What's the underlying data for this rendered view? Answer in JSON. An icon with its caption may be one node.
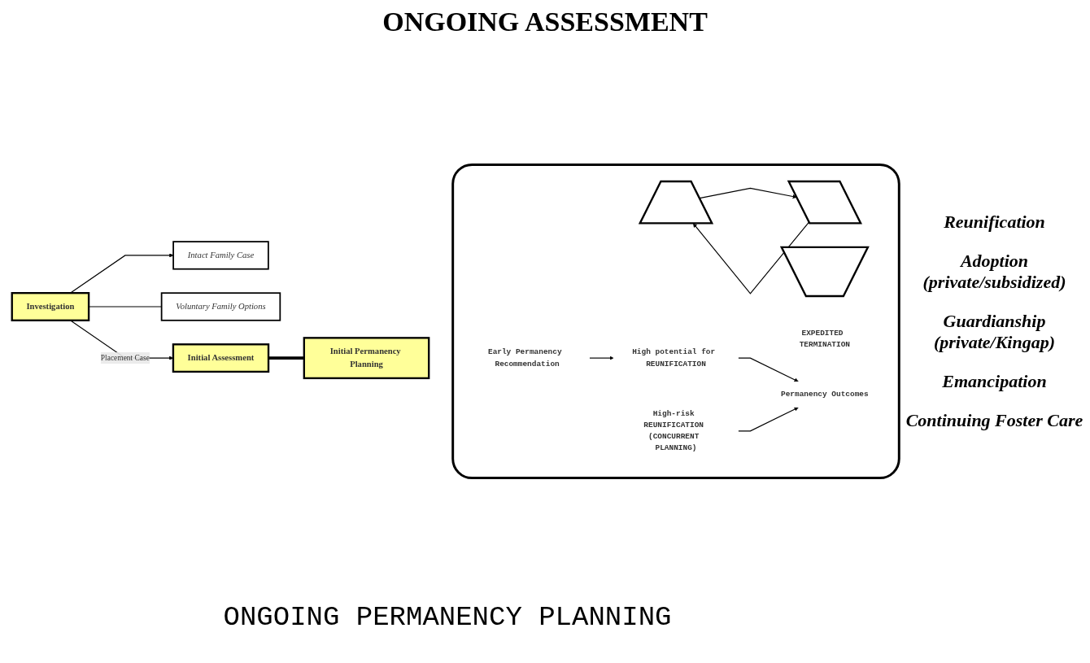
{
  "diagram": {
    "title": "ONGOING ASSESSMENT",
    "caption": "ONGOING PERMANENCY PLANNING",
    "nodes": [
      {
        "text": [
          "Investigation"
        ]
      },
      {
        "text": [
          "Intact Family Case"
        ]
      },
      {
        "text": [
          "Voluntary Family Options"
        ]
      },
      {
        "text": [
          "Initial Assessment"
        ]
      },
      {
        "text": [
          "Initial Permanency Planning"
        ]
      },
      {
        "text": [],
        "shape": "octagon"
      },
      {
        "text": [
          "Early Permanency Recommendation"
        ],
        "in": 5
      },
      {
        "text": [
          "High potential for REUNIFICATION"
        ],
        "in": 5
      },
      {
        "text": [],
        "shape": "trapezoid",
        "in": 5
      },
      {
        "text": [],
        "shape": "parallelogram",
        "in": 5
      },
      {
        "text": [
          "High-risk REUNIFICATION (CONCURRENT PLANNING)"
        ],
        "in": 5
      },
      {
        "text": [],
        "shape": "trapezoid",
        "in": 5
      },
      {
        "text": [
          "EXPEDITED TERMINATION"
        ],
        "in": 5
      },
      {
        "text": [
          "Permanency Outcomes"
        ],
        "in": 5
      }
    ],
    "edges": [
      {
        "from": 0,
        "to": 1,
        "arrow": "to"
      },
      {
        "from": 0,
        "to": 2,
        "arrow": "none"
      },
      {
        "from": 0,
        "to": 3,
        "arrow": "to",
        "label": "Placement Case"
      },
      {
        "from": 3,
        "to": 4,
        "arrow": "none",
        "style": "thick"
      },
      {
        "from": 6,
        "to": 7,
        "arrow": "to"
      },
      {
        "from": 7,
        "to": 13,
        "arrow": "to"
      },
      {
        "from": 9,
        "to": 8,
        "arrow": "to"
      },
      {
        "from": 8,
        "to": 9,
        "arrow": "to"
      },
      {
        "from": 10,
        "to": 13,
        "arrow": "to"
      }
    ],
    "labels": [
      "Reunification",
      "Adoption (private/subsidized)",
      "Guardianship (private/Kingap)",
      "Emancipation",
      "Continuing Foster Care"
    ]
  }
}
